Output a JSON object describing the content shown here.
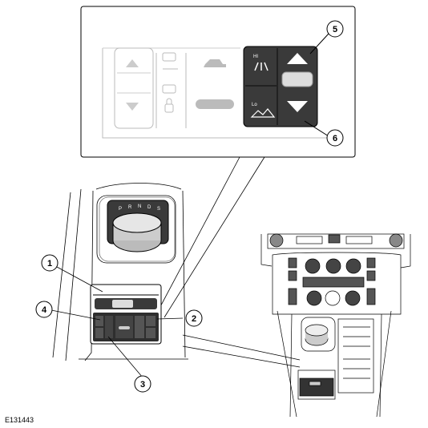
{
  "figure_ref": "E131443",
  "callouts": [
    "1",
    "2",
    "3",
    "4",
    "5",
    "6"
  ],
  "gear_letters": [
    "P",
    "R",
    "N",
    "D",
    "S"
  ],
  "terrain_labels": {
    "high_range": "HI",
    "low_range": "Lo"
  }
}
